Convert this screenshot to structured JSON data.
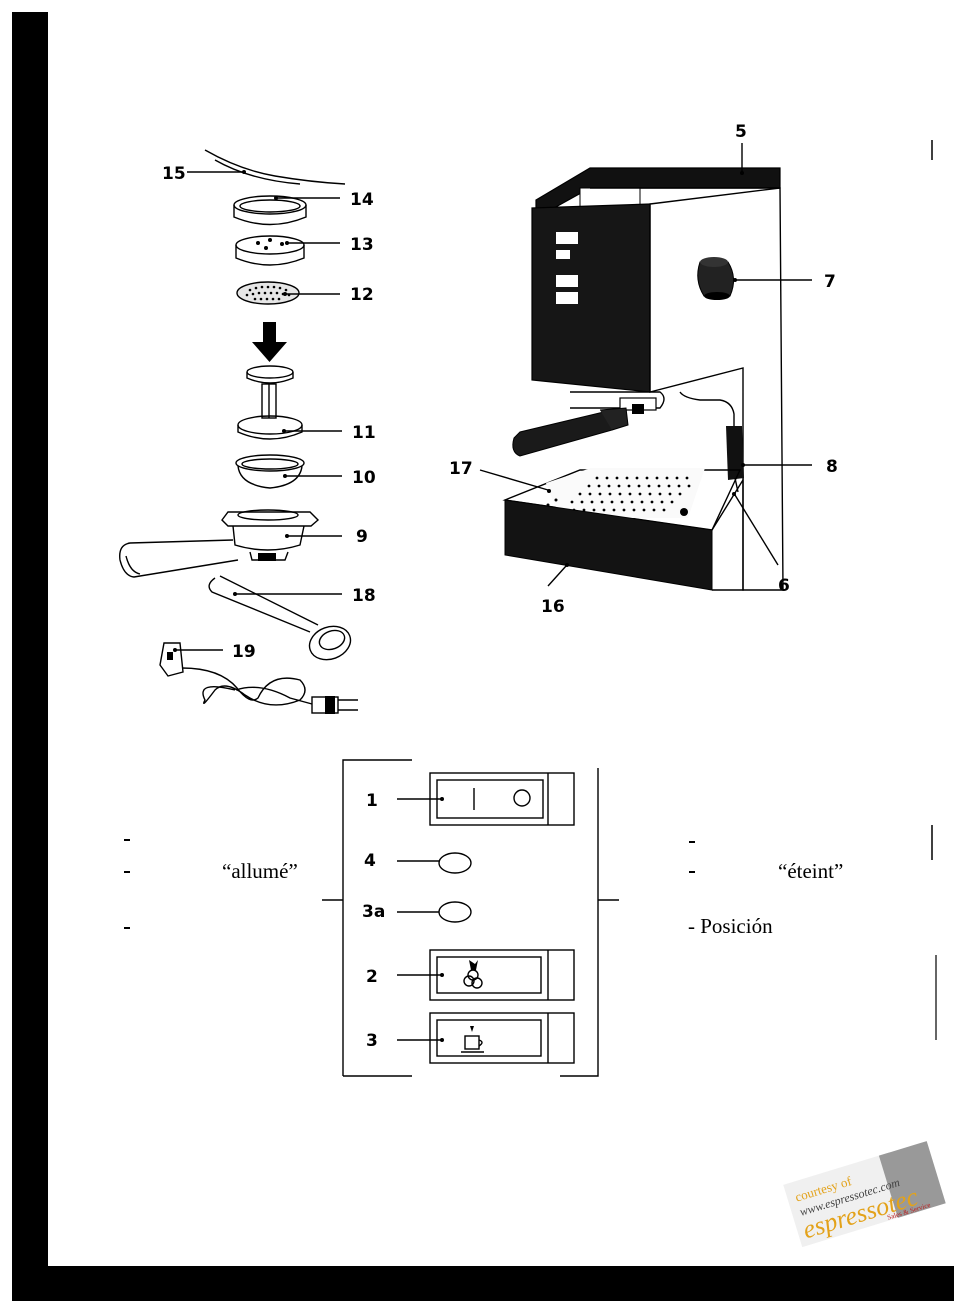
{
  "callouts": {
    "c1": "1",
    "c2": "2",
    "c3": "3",
    "c3a": "3a",
    "c4": "4",
    "c5": "5",
    "c6": "6",
    "c7": "7",
    "c8": "8",
    "c9": "9",
    "c10": "10",
    "c11": "11",
    "c12": "12",
    "c13": "13",
    "c14": "14",
    "c15": "15",
    "c16": "16",
    "c17": "17",
    "c18": "18",
    "c19": "19"
  },
  "legend": {
    "left_allume": "“allumé”",
    "right_eteint": "“éteint”",
    "right_posicion": "- Posición"
  },
  "watermark": {
    "line1": "courtesy of",
    "line2": "www.espressotec.com",
    "line3": "espressotec",
    "line4": "Sales & Service"
  }
}
